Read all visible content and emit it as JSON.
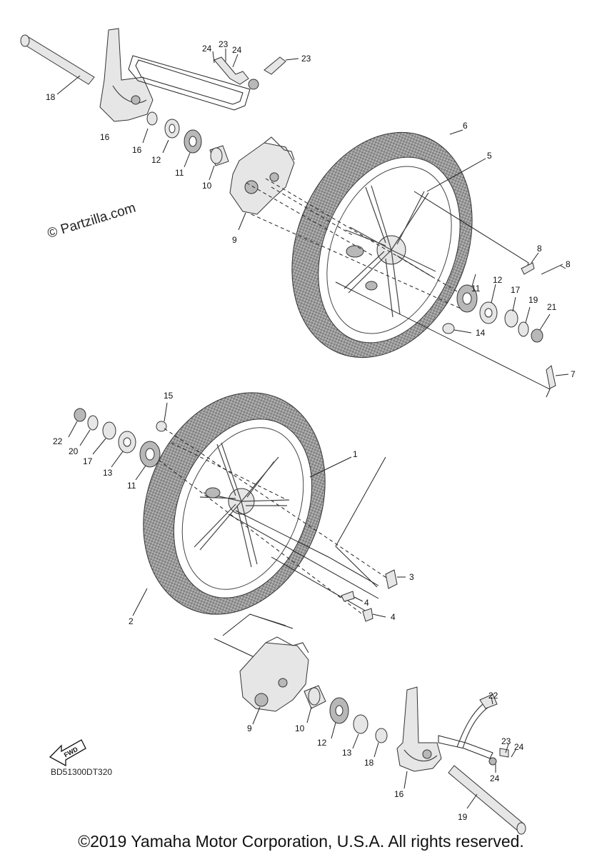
{
  "watermark": "© Partzilla.com",
  "diagram_code": "BD51300DT320",
  "copyright": "©2019 Yamaha Motor Corporation, U.S.A. All rights reserved.",
  "fwd_badge": "FWD",
  "callouts": [
    "1",
    "2",
    "3",
    "4",
    "4",
    "5",
    "6",
    "7",
    "8",
    "8",
    "9",
    "9",
    "10",
    "10",
    "11",
    "11",
    "11",
    "12",
    "12",
    "12",
    "13",
    "13",
    "14",
    "15",
    "16",
    "16",
    "16",
    "17",
    "17",
    "18",
    "18",
    "19",
    "19",
    "20",
    "21",
    "22",
    "22",
    "23",
    "23",
    "24",
    "24"
  ],
  "icons": {
    "tire": "tire-icon",
    "wheel_rim": "wheel-rim-icon",
    "bearing": "bearing-icon",
    "brake_caliper": "brake-caliper-icon",
    "fork_bracket": "fork-bracket-icon",
    "axle": "axle-icon"
  },
  "colors": {
    "line": "#222222",
    "part_fill": "#e6e6e6",
    "tire_shade": "#8a8a8a"
  }
}
